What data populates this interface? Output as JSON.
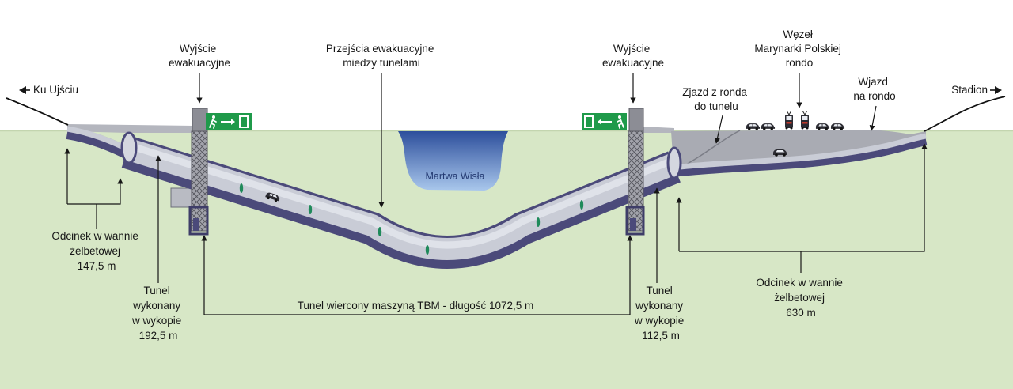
{
  "directions": {
    "left": "Ku Ujściu",
    "right": "Stadion"
  },
  "labels": {
    "exit_left": [
      "Wyjście",
      "ewakuacyjne"
    ],
    "cross_passages": [
      "Przejścia ewakuacyjne",
      "miedzy tunelami"
    ],
    "exit_right": [
      "Wyjście",
      "ewakuacyjne"
    ],
    "junction": [
      "Węzeł",
      "Marynarki Polskiej",
      "rondo"
    ],
    "ramp_down": [
      "Zjazd z ronda",
      "do tunelu"
    ],
    "ramp_up": [
      "Wjazd",
      "na rondo"
    ],
    "river": "Martwa Wisła"
  },
  "sections": {
    "left_trough": [
      "Odcinek w wannie",
      "żelbetowej",
      "147,5 m"
    ],
    "left_cut": [
      "Tunel",
      "wykonany",
      "w wykopie",
      "192,5 m"
    ],
    "tbm": "Tunel wiercony maszyną TBM - długość 1072,5 m",
    "right_cut": [
      "Tunel",
      "wykonany",
      "w wykopie",
      "112,5 m"
    ],
    "right_trough": [
      "Odcinek w wannie",
      "żelbetowej",
      "630 m"
    ]
  },
  "icons": {
    "direction_left": "arrow-left-icon",
    "direction_right": "arrow-right-icon",
    "exit_sign": "emergency-exit-icon",
    "person": "running-man-icon",
    "vehicle": "car-icon",
    "tram": "tram-icon",
    "tunnel_light": "emergency-light-icon"
  },
  "colors": {
    "ground": "#d7e7c6",
    "tunnel_lining": "#4b4a7a",
    "tunnel_interior": "#c9ccd6",
    "embankment": "#a9abb3",
    "exit_sign": "#1f9a4a",
    "water_top": "#2d4f9c",
    "water_bottom": "#a9c7ec",
    "tunnel_light": "#1f8a5a"
  }
}
